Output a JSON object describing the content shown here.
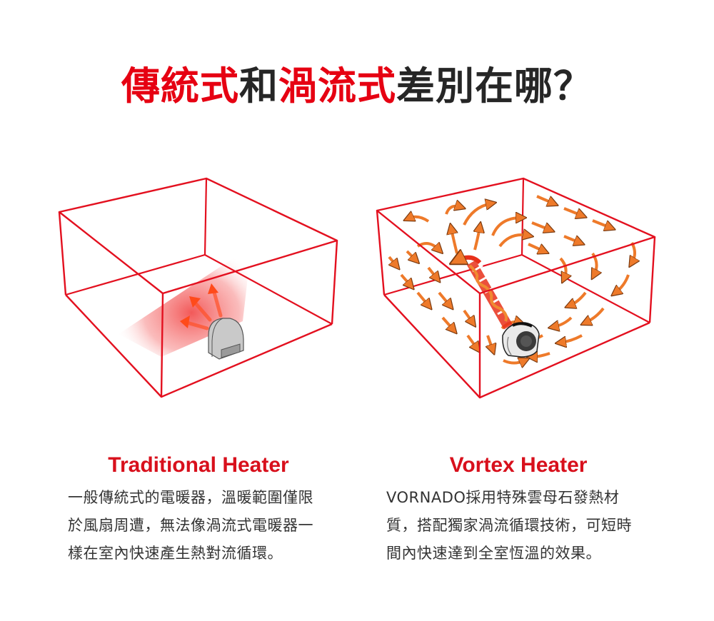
{
  "title": {
    "parts": [
      {
        "text": "傳統式",
        "color": "#e60012"
      },
      {
        "text": "和",
        "color": "#262626"
      },
      {
        "text": "渦流式",
        "color": "#e60012"
      },
      {
        "text": "差別在哪？",
        "color": "#262626"
      }
    ]
  },
  "colors": {
    "accent_red": "#e60012",
    "box_edge": "#e3101f",
    "arrow_orange": "#f08030",
    "heat_glow": "#f25a5a",
    "heater_gray": "#c4c4c4",
    "text_dark": "#333333"
  },
  "left": {
    "heading": "Traditional Heater",
    "illustration": {
      "icon": "traditional-heater-icon",
      "description": "Red wireframe room with gray dome heater radiating three orange arrows and local red glow"
    },
    "lines": [
      "一般傳統式的電暖器，溫暖範圍僅限",
      "於風扇周遭，無法像渦流式電暖器一",
      "樣在室內快速產生熱對流循環。"
    ]
  },
  "right": {
    "heading": "Vortex Heater",
    "illustration": {
      "icon": "vortex-heater-icon",
      "description": "Red wireframe room with Vornado vortex heater emitting spiral airflow and circulating orange arrows"
    },
    "lines": [
      "VORNADO採用特殊雲母石發熱材",
      "質，搭配獨家渦流循環技術，可短時",
      "間內快速達到全室恆溫的效果。"
    ]
  }
}
